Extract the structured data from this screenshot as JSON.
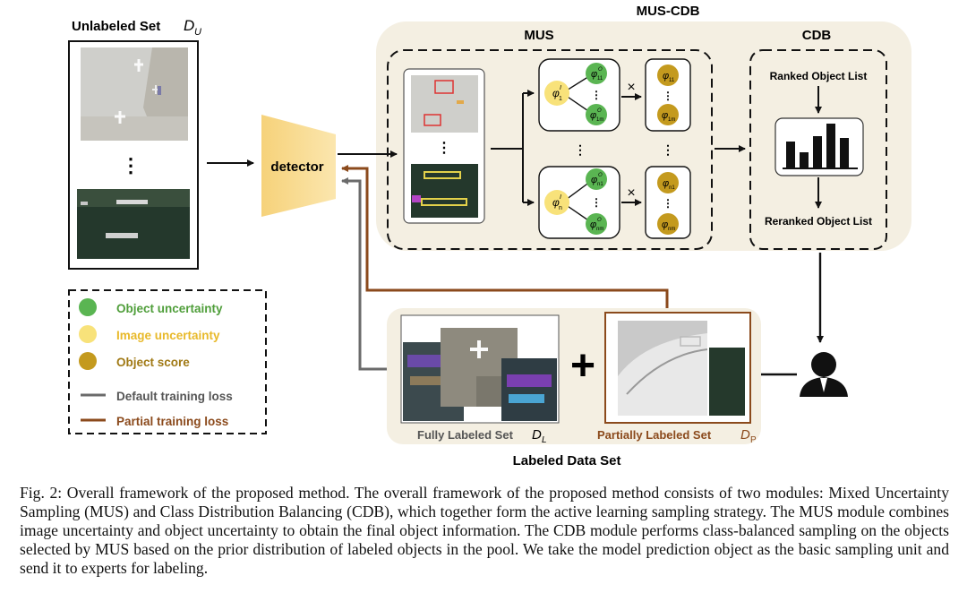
{
  "figure": {
    "unlabeled_title": "Unlabeled Set",
    "unlabeled_symbol": "D",
    "unlabeled_sub": "U",
    "detector": "detector",
    "mus_cdb_title": "MUS-CDB",
    "mus_title": "MUS",
    "cdb_title": "CDB",
    "ranked_list": "Ranked Object List",
    "reranked_list": "Reranked Object List",
    "dots": "⋮",
    "dots_long": "⋮",
    "times": "×",
    "plus": "+",
    "nodes": {
      "phi_i1": "φ",
      "phi_in": "φ",
      "phi_o11": "φ",
      "phi_o1m": "φ",
      "phi_on1": "φ",
      "phi_onm": "φ",
      "phi_11": "φ",
      "phi_1m": "φ",
      "phi_n1": "φ",
      "phi_nm": "φ",
      "sub_i1": "1",
      "sup_i": "I",
      "sub_in": "n",
      "sup_o": "O",
      "sub_11": "11",
      "sub_1m": "1m",
      "sub_n1": "n1",
      "sub_nm": "nm"
    },
    "legend": {
      "object_uncertainty": "Object uncertainty",
      "image_uncertainty": "Image uncertainty",
      "object_score": "Object score",
      "default_loss": "Default training loss",
      "partial_loss": "Partial training loss"
    },
    "fully_labeled": "Fully Labeled Set",
    "fully_symbol": "D",
    "fully_sub": "L",
    "partially_labeled": "Partially Labeled Set",
    "partially_symbol": "D",
    "partially_sub": "P",
    "labeled_data_set": "Labeled Data Set",
    "colors": {
      "panel_beige": "#f4efe2",
      "detector_yellow": "#f8d98a",
      "green_node": "#5ab552",
      "yellow_node": "#f8e27a",
      "gold_node": "#c49a1e",
      "brown_arrow": "#8b4a1c",
      "gray_arrow": "#6b6b6b",
      "legend_green": "#4f9e3a",
      "legend_yellow": "#e8b92a",
      "legend_gold": "#a07914"
    },
    "icons": {
      "expert": "person-icon",
      "bar_chart": "bar-chart-icon"
    }
  },
  "caption": "Fig. 2: Overall framework of the proposed method. The overall framework of the proposed method consists of two modules: Mixed Uncertainty Sampling (MUS) and Class Distribution Balancing (CDB), which together form the active learning sampling strategy. The MUS module combines image uncertainty and object uncertainty to obtain the final object information. The CDB module performs class-balanced sampling on the objects selected by MUS based on the prior distribution of labeled objects in the pool. We take the model prediction object as the basic sampling unit and send it to experts for labeling."
}
